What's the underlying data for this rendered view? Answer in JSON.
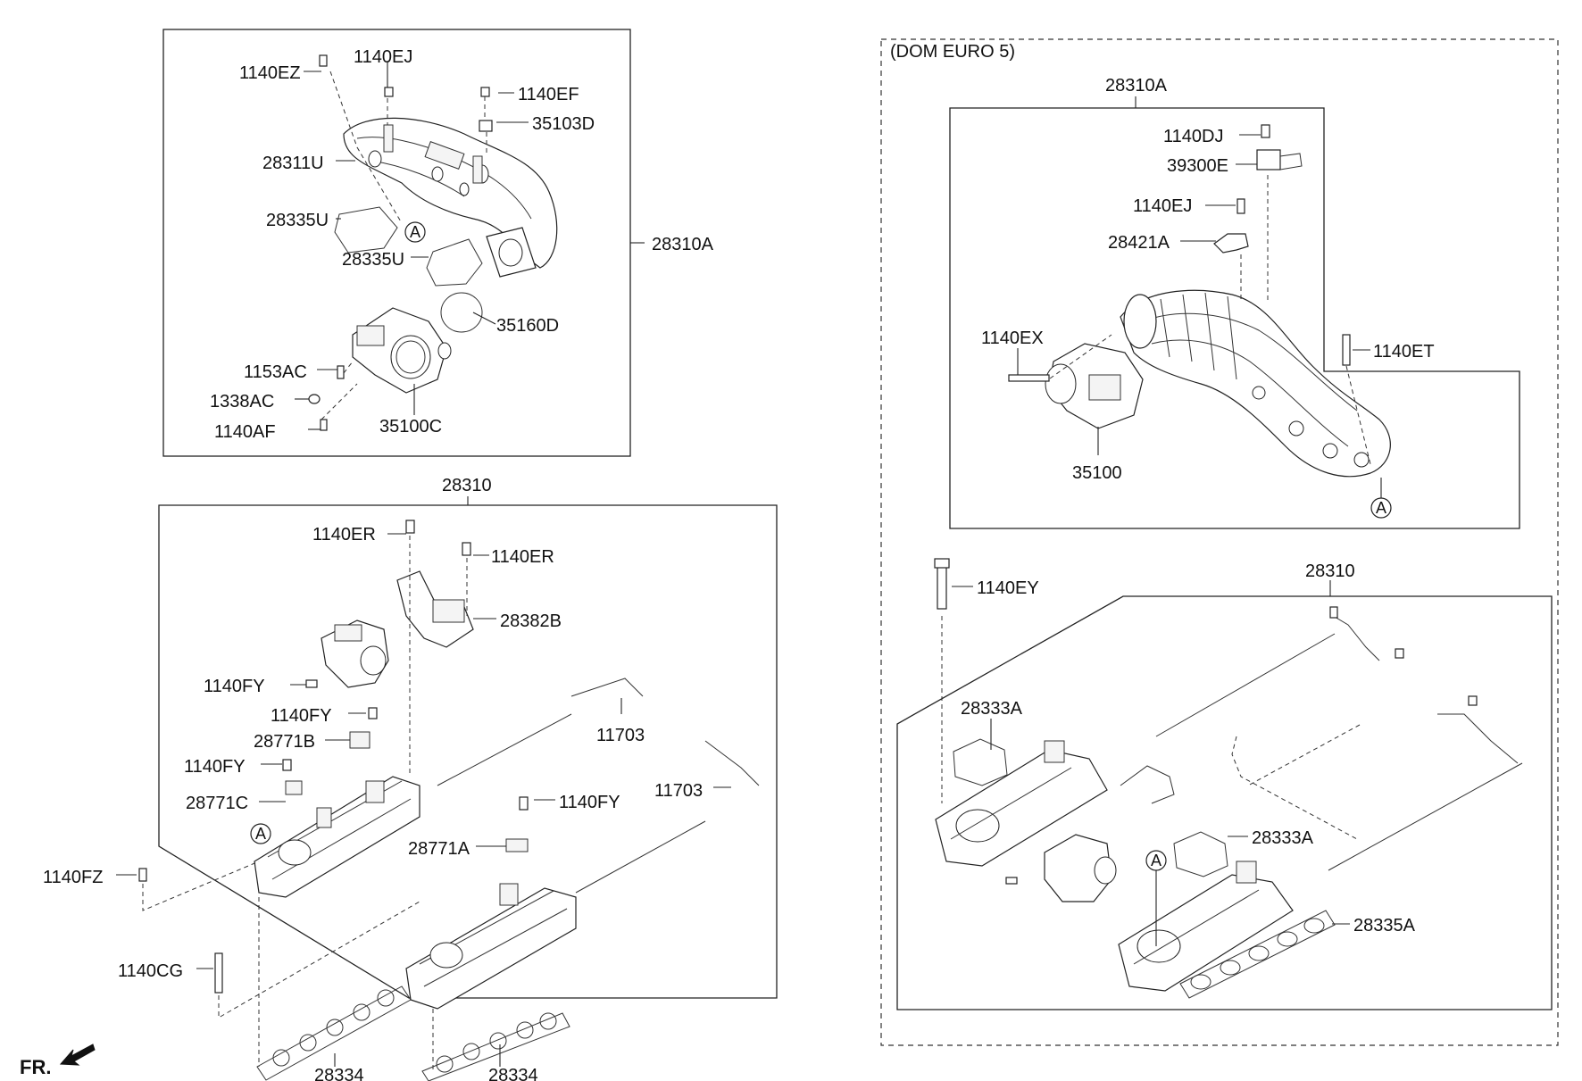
{
  "labels": {
    "dom_euro": "(DOM EURO 5)",
    "fr": "FR.",
    "callout": "A",
    "top_left": {
      "l1140EZ": "1140EZ",
      "l1140EJ": "1140EJ",
      "l1140EF": "1140EF",
      "l35103D": "35103D",
      "l28311U": "28311U",
      "l28335U_a": "28335U",
      "l28335U_b": "28335U",
      "l28310A": "28310A",
      "l35160D": "35160D",
      "l1153AC": "1153AC",
      "l1338AC": "1338AC",
      "l1140AF": "1140AF",
      "l35100C": "35100C"
    },
    "bottom_left": {
      "l28310": "28310",
      "l1140ER_a": "1140ER",
      "l1140ER_b": "1140ER",
      "l28382B": "28382B",
      "l1140FY_a": "1140FY",
      "l1140FY_b": "1140FY",
      "l28771B": "28771B",
      "l1140FY_c": "1140FY",
      "l28771C": "28771C",
      "l11703_a": "11703",
      "l11703_b": "11703",
      "l1140FY_d": "1140FY",
      "l28771A": "28771A",
      "l1140FZ": "1140FZ",
      "l1140CG": "1140CG",
      "l28334_a": "28334",
      "l28334_b": "28334"
    },
    "right": {
      "l28310A": "28310A",
      "l1140DJ": "1140DJ",
      "l39300E": "39300E",
      "l1140EJ": "1140EJ",
      "l28421A": "28421A",
      "l1140EX": "1140EX",
      "l1140ET": "1140ET",
      "l35100": "35100",
      "l1140EY": "1140EY",
      "l28310": "28310",
      "l28333A_a": "28333A",
      "l28333A_b": "28333A",
      "l28335A": "28335A"
    }
  }
}
